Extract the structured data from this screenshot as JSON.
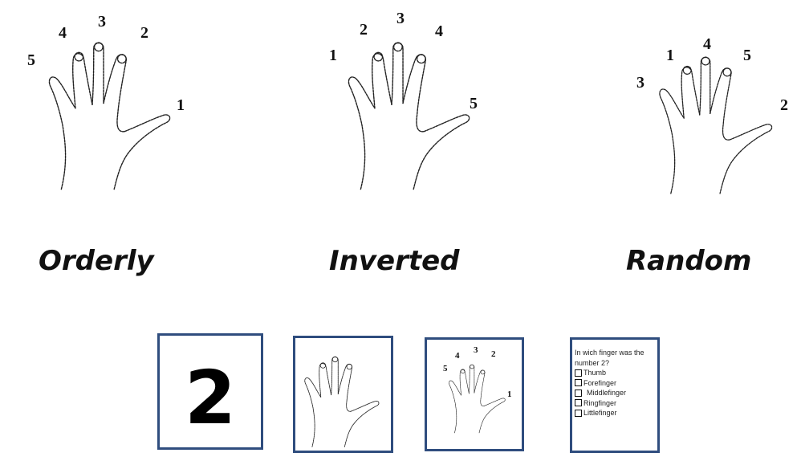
{
  "conditions": [
    {
      "label": "Orderly",
      "numbers": {
        "thumb": "1",
        "index": "2",
        "middle": "3",
        "ring": "4",
        "little": "5"
      }
    },
    {
      "label": "Inverted",
      "numbers": {
        "thumb": "5",
        "index": "4",
        "middle": "3",
        "ring": "2",
        "little": "1"
      }
    },
    {
      "label": "Random",
      "numbers": {
        "thumb": "2",
        "index": "5",
        "middle": "4",
        "ring": "1",
        "little": "3"
      }
    }
  ],
  "sequence": {
    "stimulus_number": "2",
    "small_hand_numbers": {
      "thumb": "1",
      "index": "2",
      "middle": "3",
      "ring": "4",
      "little": "5"
    },
    "question": {
      "text": "In wich finger was the number 2?",
      "options": [
        "Thumb",
        "Forefinger",
        "Middlefinger",
        "Ringfinger",
        "Littlefinger"
      ]
    }
  },
  "colors": {
    "frame": "#2f4d7e",
    "text": "#111111"
  }
}
